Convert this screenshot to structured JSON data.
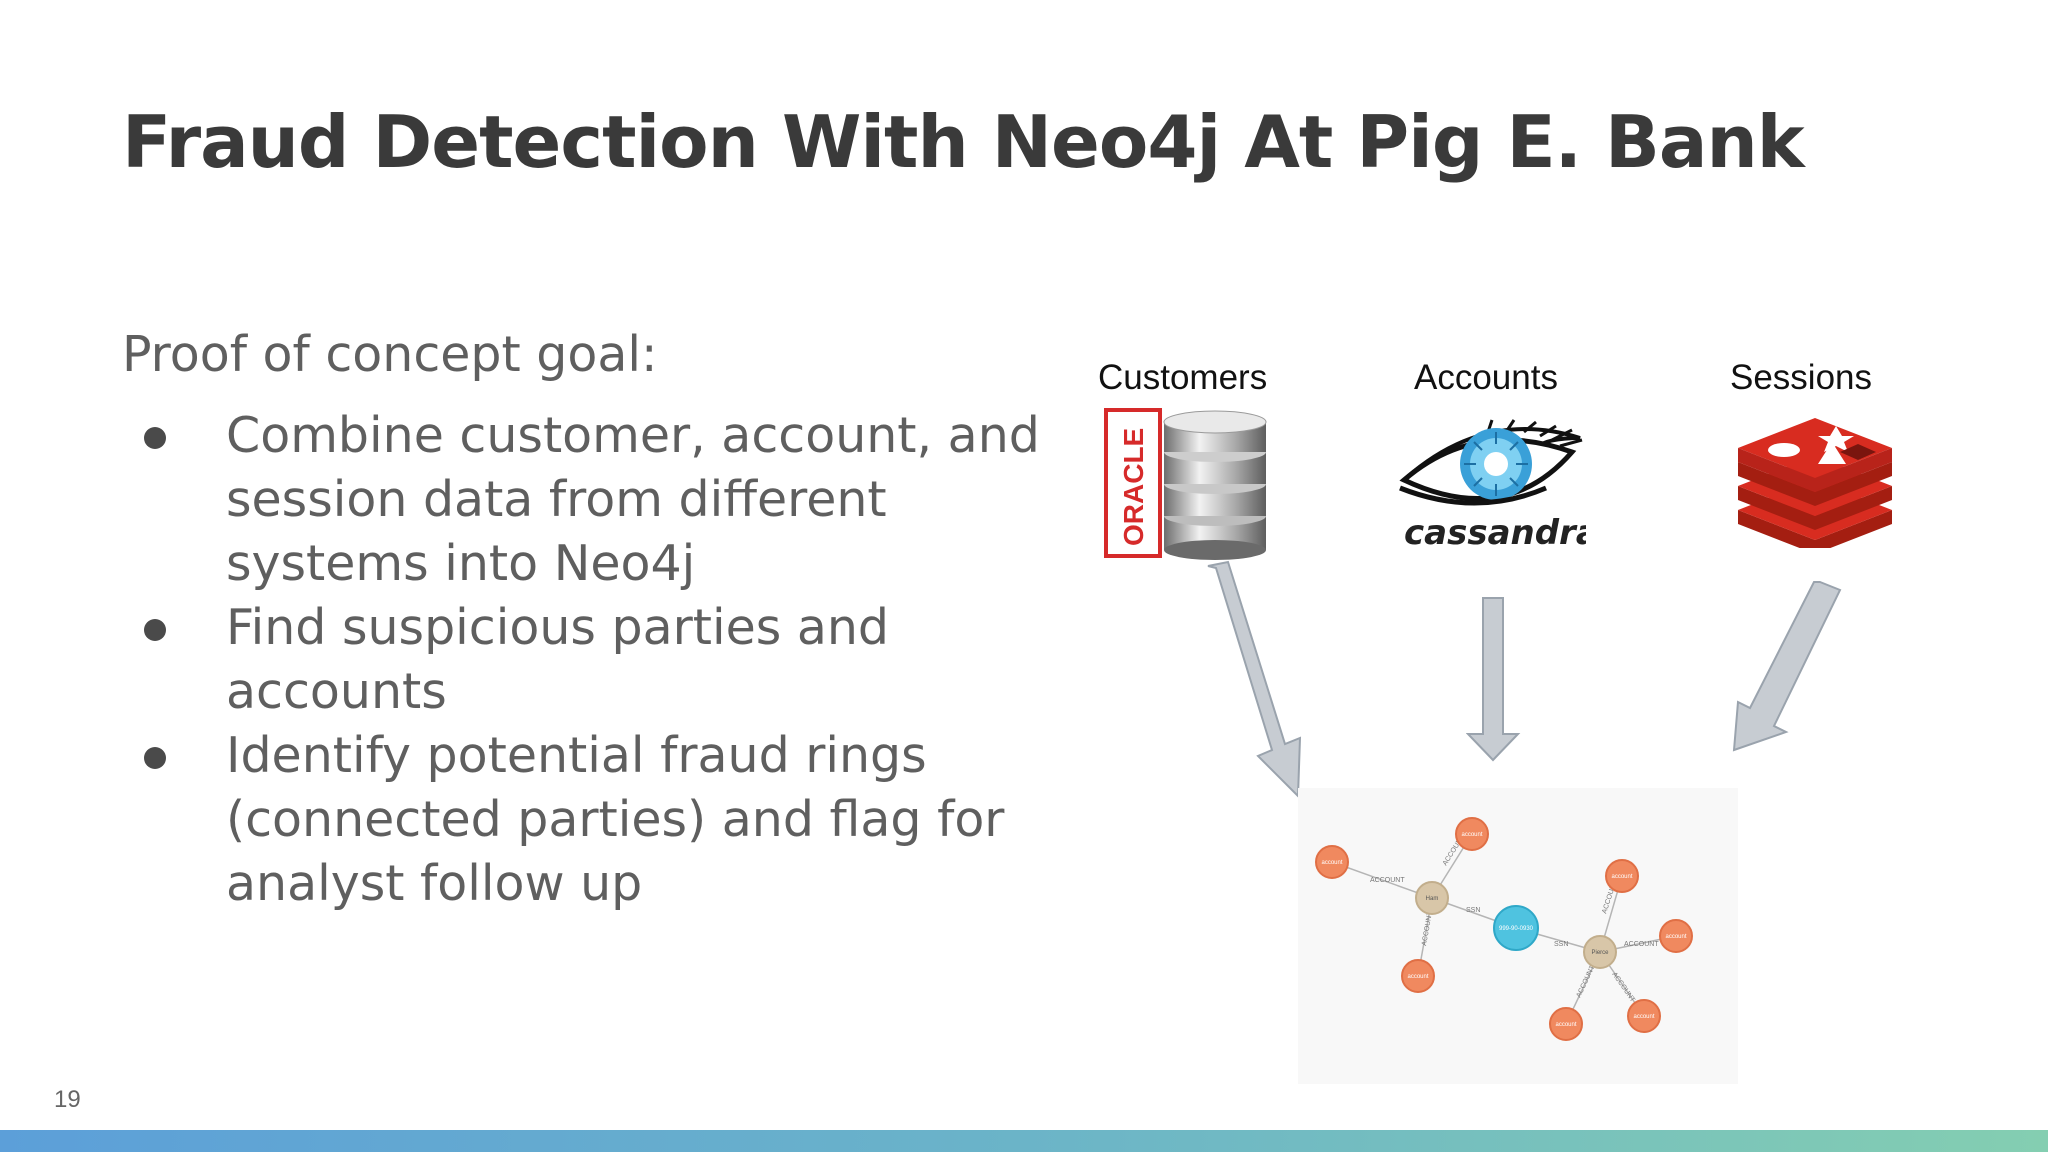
{
  "slide": {
    "title": "Fraud Detection With Neo4j At Pig E. Bank",
    "page_number": "19"
  },
  "content": {
    "heading": "Proof of concept goal:",
    "bullets": [
      {
        "lines": [
          "Combine customer, account, and",
          "session data from different",
          "systems into Neo4j"
        ]
      },
      {
        "lines": [
          "Find suspicious parties and",
          "accounts"
        ]
      },
      {
        "lines": [
          "Identify potential fraud rings",
          "(connected parties) and flag for",
          "analyst follow up"
        ]
      }
    ]
  },
  "sources": [
    {
      "label": "Customers",
      "logo": "oracle-database-icon",
      "logo_text": "ORACLE"
    },
    {
      "label": "Accounts",
      "logo": "cassandra-eye-icon",
      "logo_text": "cassandra"
    },
    {
      "label": "Sessions",
      "logo": "redis-stack-icon"
    }
  ],
  "graph": {
    "people": [
      "Ham",
      "Pierce"
    ],
    "ssn": "999-90-0930",
    "account_node": "account",
    "edge_account": "ACCOUNT",
    "edge_ssn": "SSN"
  },
  "colors": {
    "title": "#3a3a3a",
    "body_text": "#5f5f5f",
    "arrow_fill": "#c7ccd2",
    "arrow_stroke": "#9aa3ad",
    "account_node": "#f0895f",
    "person_node": "#d8c6a8",
    "ssn_node": "#4fc3e0",
    "oracle_red": "#d62a2a",
    "redis_red": "#d42a26",
    "cassandra_blue": "#3aa0d8"
  }
}
